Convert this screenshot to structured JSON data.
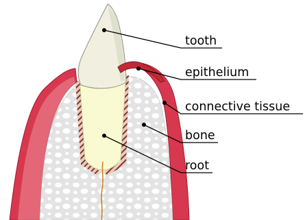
{
  "diagram": {
    "labels": {
      "tooth": "tooth",
      "epithelium": "epithelium",
      "connective_tissue": "connective tissue",
      "bone": "bone",
      "root": "root"
    },
    "colors": {
      "gum": "#d8384f",
      "gum_light": "#ec8792",
      "epithelium": "#c22a35",
      "bone_fill": "#e3e3e3",
      "bone_holes": "#ffffff",
      "tooth_crown": "#f1f0e0",
      "tooth_root": "#fafad2",
      "ligament_stripe": "#e89a92",
      "pulp_canal": "#c58a20",
      "leader": "#000000"
    }
  }
}
